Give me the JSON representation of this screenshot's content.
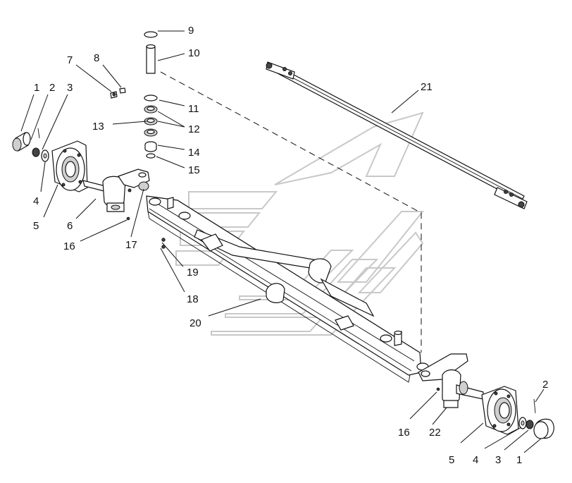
{
  "diagram": {
    "callouts": [
      {
        "id": "1a",
        "text": "1"
      },
      {
        "id": "2a",
        "text": "2"
      },
      {
        "id": "3a",
        "text": "3"
      },
      {
        "id": "4a",
        "text": "4"
      },
      {
        "id": "5a",
        "text": "5"
      },
      {
        "id": "6",
        "text": "6"
      },
      {
        "id": "7",
        "text": "7"
      },
      {
        "id": "8",
        "text": "8"
      },
      {
        "id": "9",
        "text": "9"
      },
      {
        "id": "10",
        "text": "10"
      },
      {
        "id": "11",
        "text": "11"
      },
      {
        "id": "12",
        "text": "12"
      },
      {
        "id": "13",
        "text": "13"
      },
      {
        "id": "14",
        "text": "14"
      },
      {
        "id": "15",
        "text": "15"
      },
      {
        "id": "16a",
        "text": "16"
      },
      {
        "id": "17",
        "text": "17"
      },
      {
        "id": "18",
        "text": "18"
      },
      {
        "id": "19",
        "text": "19"
      },
      {
        "id": "20",
        "text": "20"
      },
      {
        "id": "21",
        "text": "21"
      },
      {
        "id": "16b",
        "text": "16"
      },
      {
        "id": "22",
        "text": "22"
      },
      {
        "id": "5b",
        "text": "5"
      },
      {
        "id": "4b",
        "text": "4"
      },
      {
        "id": "3b",
        "text": "3"
      },
      {
        "id": "1b",
        "text": "1"
      },
      {
        "id": "2b",
        "text": "2"
      }
    ]
  }
}
